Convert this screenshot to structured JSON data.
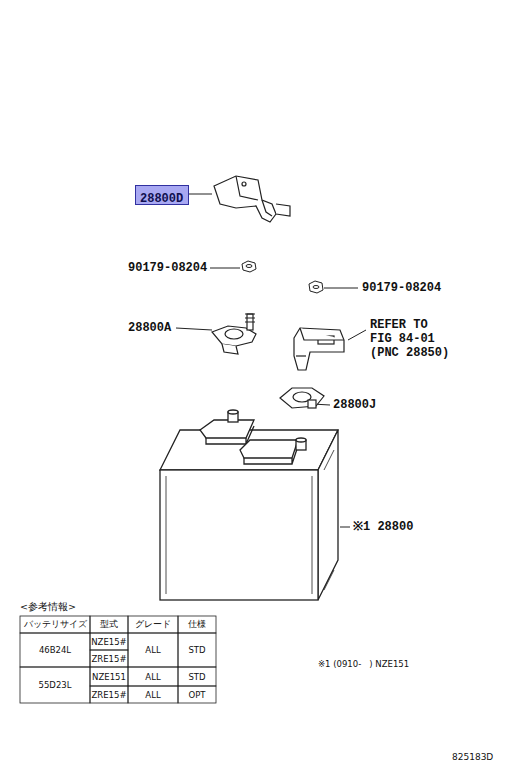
{
  "diagram": {
    "nodes": [
      {
        "text": [
          "28800D"
        ]
      }
    ],
    "labels": [
      "90179-08204",
      "90179-08204",
      "28800A",
      "REFER TO FIG 84-01 (PNC 28850)",
      "28800J",
      "※1 28800",
      "<参考情報>",
      "バッテリサイズ",
      "型式",
      "グレード",
      "仕様",
      "46B24L",
      "NZE15#",
      "ALL",
      "STD",
      "ZRE15#",
      "55D23L",
      "NZE151",
      "ALL",
      "STD",
      "ZRE15#",
      "ALL",
      "OPT",
      "※1 (0910-   ) NZE151",
      "825183D"
    ]
  }
}
